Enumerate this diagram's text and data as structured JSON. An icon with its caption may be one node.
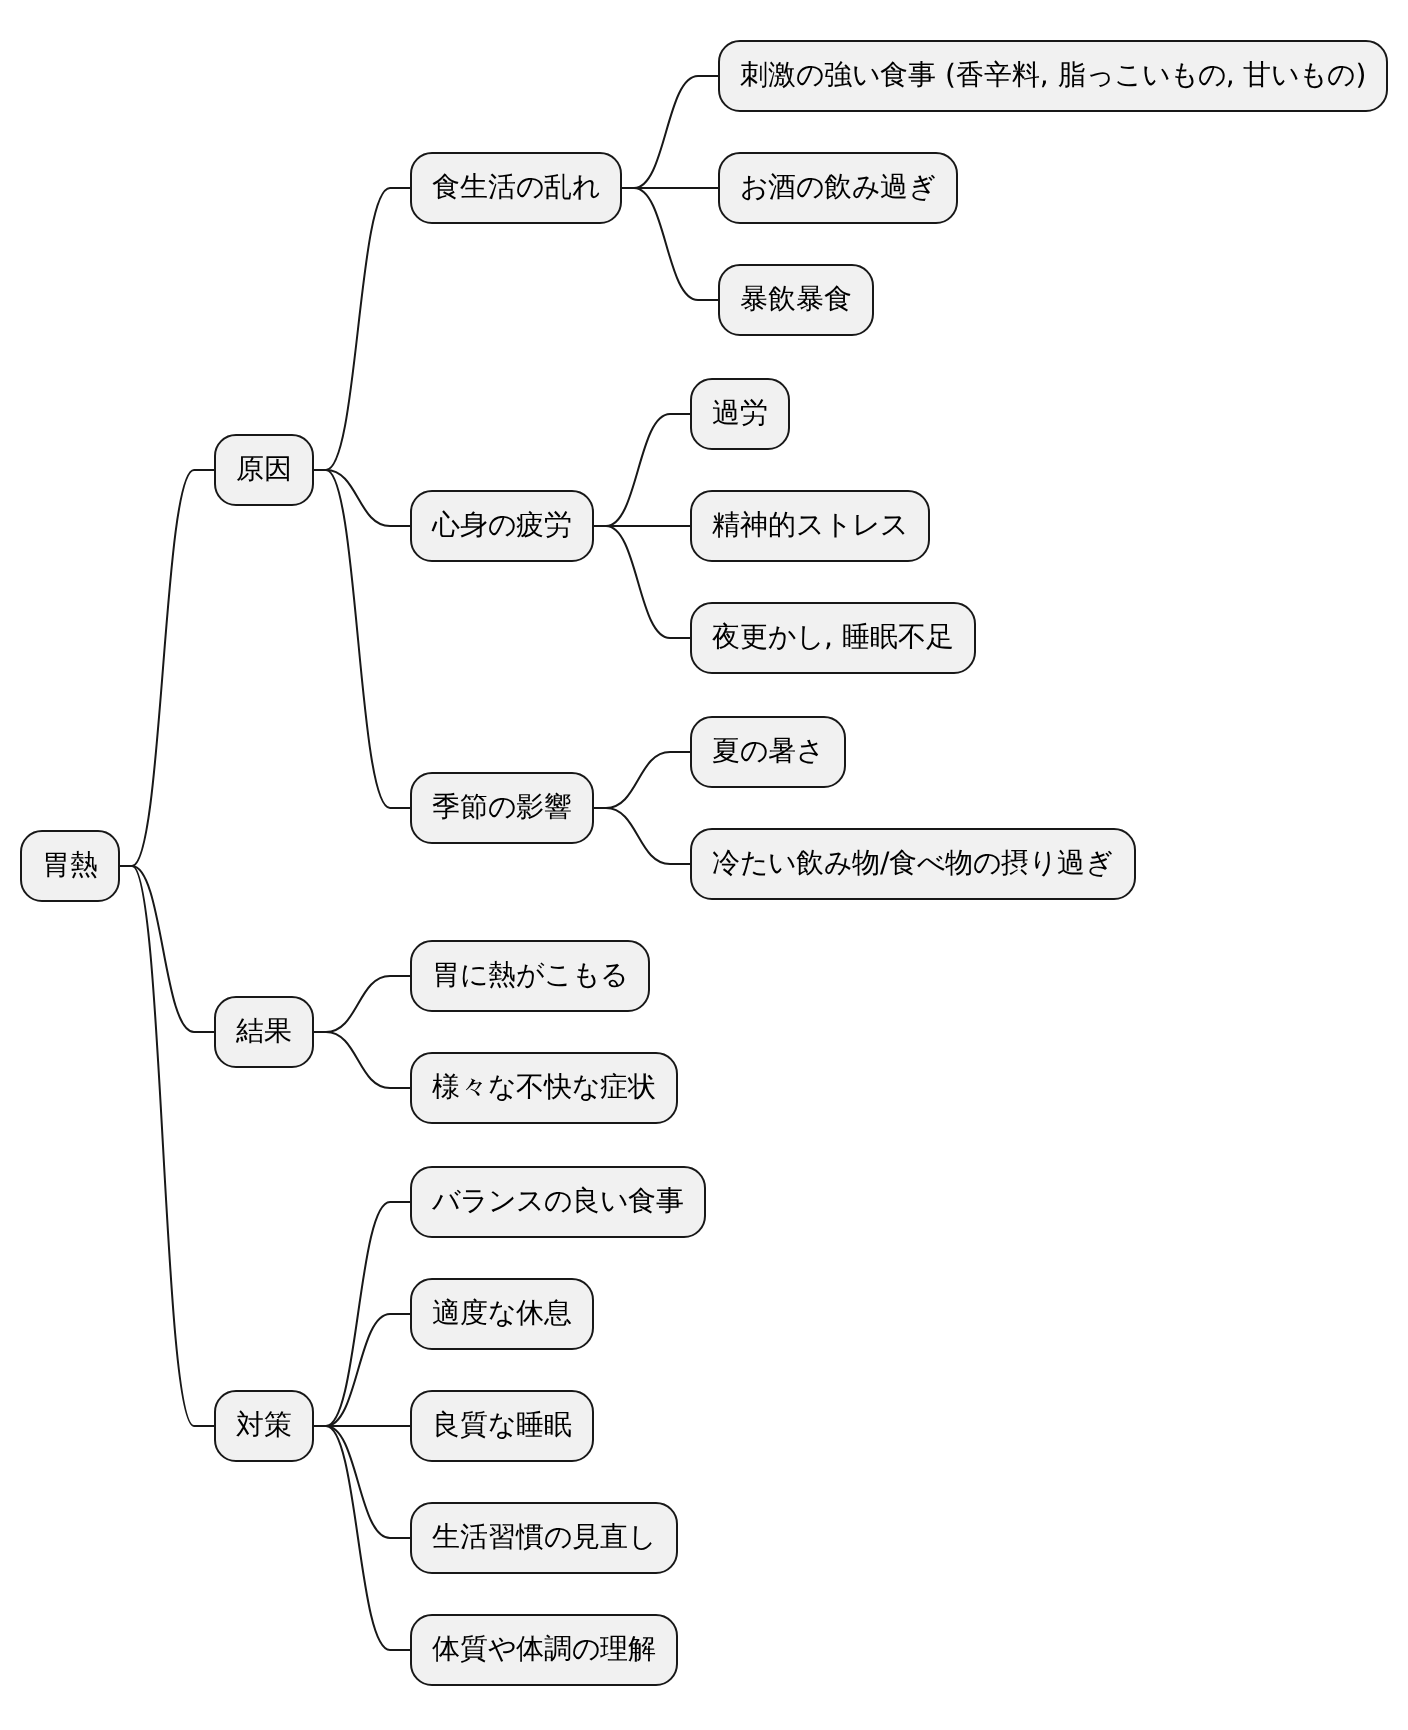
{
  "diagram": {
    "nodes": [
      {
        "text": [
          "胃熱"
        ]
      },
      {
        "text": [
          "原因"
        ]
      },
      {
        "text": [
          "食生活の乱れ"
        ]
      },
      {
        "text": [
          "刺激の強い食事 (香辛料, 脂っこいもの, 甘いもの)"
        ]
      },
      {
        "text": [
          "お酒の飲み過ぎ"
        ]
      },
      {
        "text": [
          "暴飲暴食"
        ]
      },
      {
        "text": [
          "心身の疲労"
        ]
      },
      {
        "text": [
          "過労"
        ]
      },
      {
        "text": [
          "精神的ストレス"
        ]
      },
      {
        "text": [
          "夜更かし, 睡眠不足"
        ]
      },
      {
        "text": [
          "季節の影響"
        ]
      },
      {
        "text": [
          "夏の暑さ"
        ]
      },
      {
        "text": [
          "冷たい飲み物/食べ物の摂り過ぎ"
        ]
      },
      {
        "text": [
          "結果"
        ]
      },
      {
        "text": [
          "胃に熱がこもる"
        ]
      },
      {
        "text": [
          "様々な不快な症状"
        ]
      },
      {
        "text": [
          "対策"
        ]
      },
      {
        "text": [
          "バランスの良い食事"
        ]
      },
      {
        "text": [
          "適度な休息"
        ]
      },
      {
        "text": [
          "良質な睡眠"
        ]
      },
      {
        "text": [
          "生活習慣の見直し"
        ]
      },
      {
        "text": [
          "体質や体調の理解"
        ]
      }
    ],
    "edges": [
      {
        "from": 0,
        "to": 1,
        "arrow": "none"
      },
      {
        "from": 1,
        "to": 2,
        "arrow": "none"
      },
      {
        "from": 2,
        "to": 3,
        "arrow": "none"
      },
      {
        "from": 2,
        "to": 4,
        "arrow": "none"
      },
      {
        "from": 2,
        "to": 5,
        "arrow": "none"
      },
      {
        "from": 1,
        "to": 6,
        "arrow": "none"
      },
      {
        "from": 6,
        "to": 7,
        "arrow": "none"
      },
      {
        "from": 6,
        "to": 8,
        "arrow": "none"
      },
      {
        "from": 6,
        "to": 9,
        "arrow": "none"
      },
      {
        "from": 1,
        "to": 10,
        "arrow": "none"
      },
      {
        "from": 10,
        "to": 11,
        "arrow": "none"
      },
      {
        "from": 10,
        "to": 12,
        "arrow": "none"
      },
      {
        "from": 0,
        "to": 13,
        "arrow": "none"
      },
      {
        "from": 13,
        "to": 14,
        "arrow": "none"
      },
      {
        "from": 13,
        "to": 15,
        "arrow": "none"
      },
      {
        "from": 0,
        "to": 16,
        "arrow": "none"
      },
      {
        "from": 16,
        "to": 17,
        "arrow": "none"
      },
      {
        "from": 16,
        "to": 18,
        "arrow": "none"
      },
      {
        "from": 16,
        "to": 19,
        "arrow": "none"
      },
      {
        "from": 16,
        "to": 20,
        "arrow": "none"
      },
      {
        "from": 16,
        "to": 21,
        "arrow": "none"
      }
    ]
  }
}
